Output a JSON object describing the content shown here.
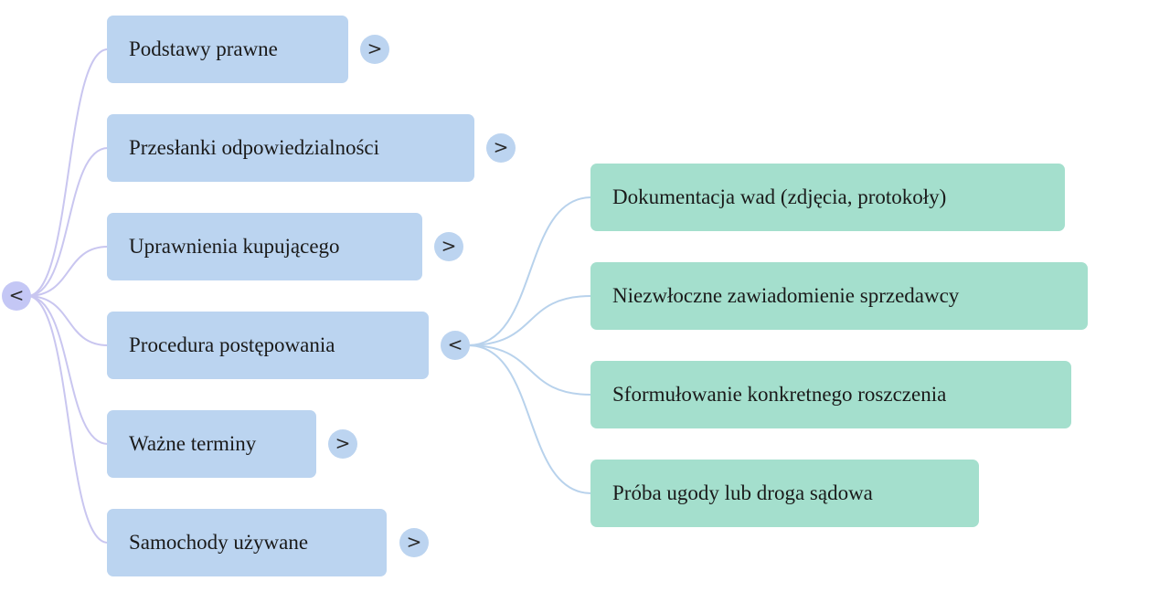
{
  "root": {
    "toggle_glyph": "<"
  },
  "colors": {
    "level1_fill": "#bbd4f0",
    "level2_fill": "#a4dfcd",
    "root_toggle_fill": "#c4c7f5",
    "level1_connector": "#c9c6f0",
    "level2_connector": "#b8d2ec"
  },
  "branches": [
    {
      "label": "Podstawy prawne",
      "toggle_glyph": ">",
      "expanded": false
    },
    {
      "label": "Przesłanki odpowiedzialności",
      "toggle_glyph": ">",
      "expanded": false
    },
    {
      "label": "Uprawnienia kupującego",
      "toggle_glyph": ">",
      "expanded": false
    },
    {
      "label": "Procedura postępowania",
      "toggle_glyph": "<",
      "expanded": true,
      "children": [
        {
          "label": "Dokumentacja wad (zdjęcia, protokoły)"
        },
        {
          "label": "Niezwłoczne zawiadomienie sprzedawcy"
        },
        {
          "label": "Sformułowanie konkretnego roszczenia"
        },
        {
          "label": "Próba ugody lub droga sądowa"
        }
      ]
    },
    {
      "label": "Ważne terminy",
      "toggle_glyph": ">",
      "expanded": false
    },
    {
      "label": "Samochody używane",
      "toggle_glyph": ">",
      "expanded": false
    }
  ]
}
